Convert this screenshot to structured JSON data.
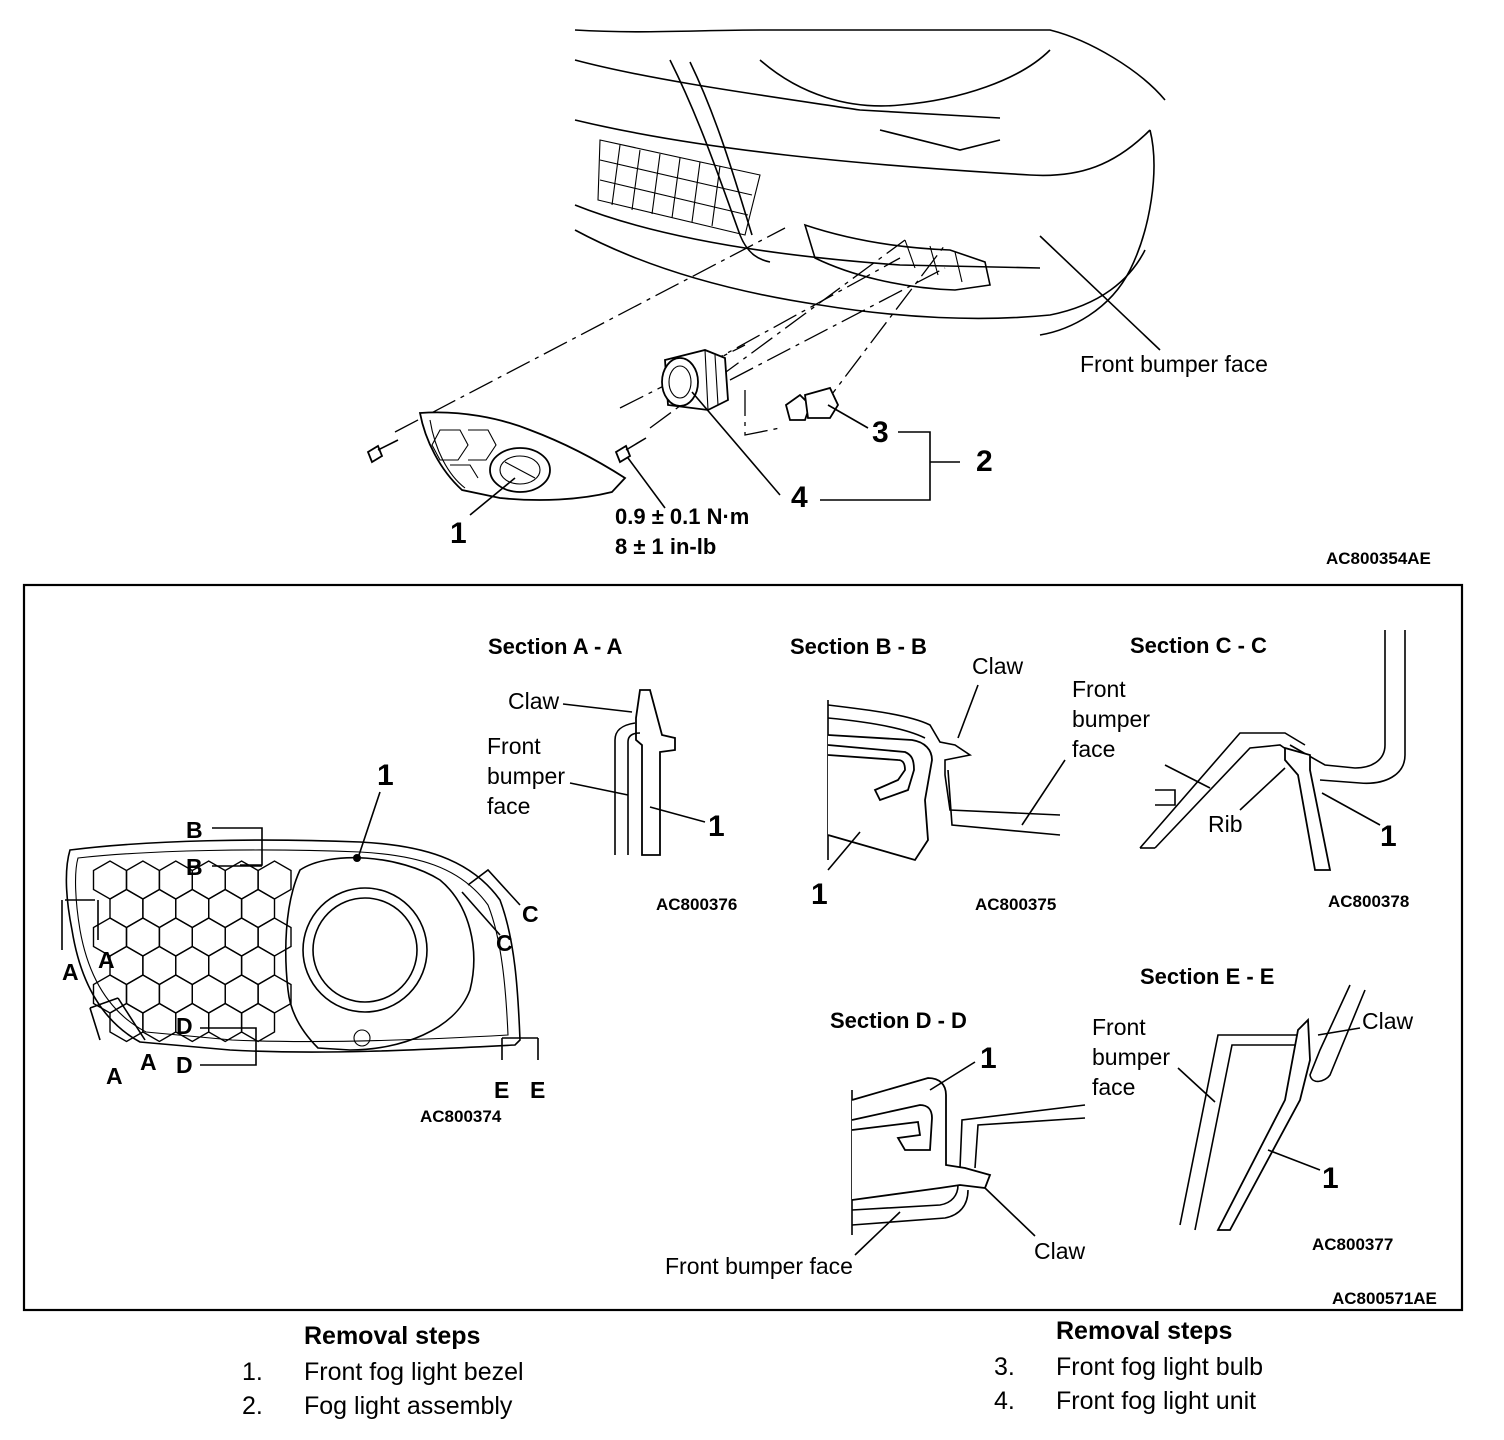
{
  "top_diagram": {
    "bumper_label": "Front bumper face",
    "callouts": [
      "1",
      "2",
      "3",
      "4"
    ],
    "torque_line1": "0.9 ± 0.1 N·m",
    "torque_line2": "8 ± 1 in-lb",
    "figure_code": "AC800354AE"
  },
  "detail_panel": {
    "figure_code": "AC800571AE",
    "overview": {
      "code": "AC800374",
      "callout": "1",
      "cut_letters": [
        "A",
        "A",
        "A",
        "A",
        "B",
        "B",
        "C",
        "C",
        "D",
        "D",
        "E",
        "E"
      ]
    },
    "section_a": {
      "title": "Section A - A",
      "claw": "Claw",
      "face": [
        "Front",
        "bumper",
        "face"
      ],
      "callout": "1",
      "code": "AC800376"
    },
    "section_b": {
      "title": "Section B - B",
      "claw": "Claw",
      "face": [
        "Front",
        "bumper",
        "face"
      ],
      "callout": "1",
      "code": "AC800375"
    },
    "section_c": {
      "title": "Section C - C",
      "rib": "Rib",
      "callout": "1",
      "code": "AC800378"
    },
    "section_d": {
      "title": "Section D - D",
      "callout": "1",
      "claw": "Claw",
      "face": "Front bumper face"
    },
    "section_e": {
      "title": "Section E - E",
      "face": [
        "Front",
        "bumper",
        "face"
      ],
      "claw": "Claw",
      "callout": "1",
      "code": "AC800377"
    }
  },
  "removal_left": {
    "heading": "Removal steps",
    "items": [
      {
        "num": "1.",
        "text": "Front fog light bezel"
      },
      {
        "num": "2.",
        "text": "Fog light assembly"
      }
    ]
  },
  "removal_right": {
    "heading": "Removal steps",
    "items": [
      {
        "num": "3.",
        "text": "Front fog light bulb"
      },
      {
        "num": "4.",
        "text": "Front fog light unit"
      }
    ]
  }
}
